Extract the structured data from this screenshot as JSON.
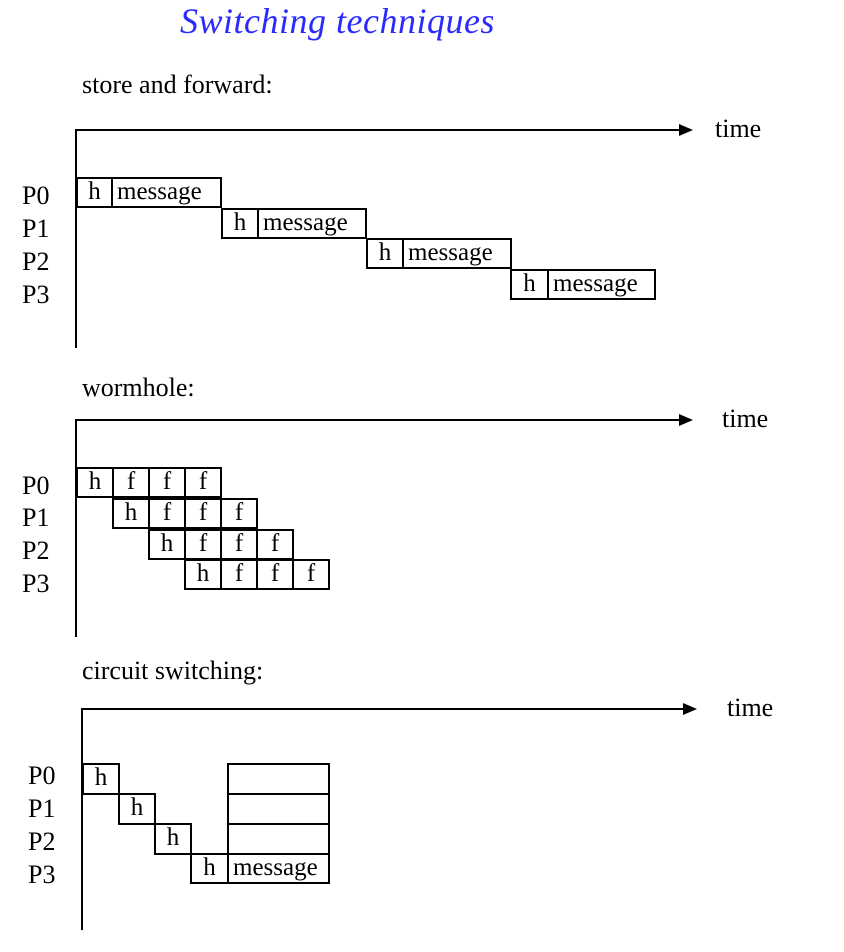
{
  "title": "Switching techniques",
  "time_label": "time",
  "processors": [
    "P0",
    "P1",
    "P2",
    "P3"
  ],
  "sections": {
    "store_forward": {
      "label": "store and forward:",
      "header": "h",
      "body": "message"
    },
    "wormhole": {
      "label": "wormhole:",
      "header": "h",
      "flit": "f"
    },
    "circuit": {
      "label": "circuit switching:",
      "header": "h",
      "body": "message"
    }
  }
}
